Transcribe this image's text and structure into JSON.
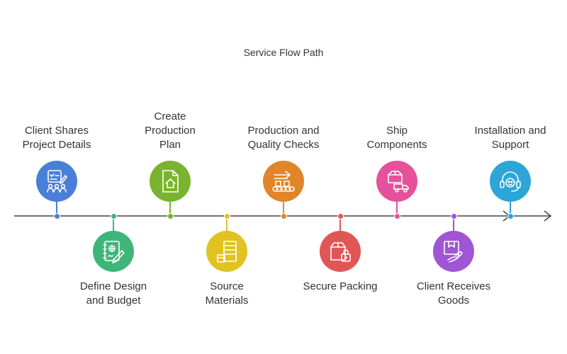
{
  "title": "Service Flow Path",
  "stages": [
    {
      "label": "Client Shares Project Details",
      "color": "#4a7fd8",
      "icon": "client-checklist-icon"
    },
    {
      "label": "Define Design and Budget",
      "color": "#3fb57a",
      "icon": "design-budget-icon"
    },
    {
      "label": "Create Production Plan",
      "color": "#7ab32f",
      "icon": "production-plan-document-icon"
    },
    {
      "label": "Source Materials",
      "color": "#e0c220",
      "icon": "materials-stack-icon"
    },
    {
      "label": "Production and Quality Checks",
      "color": "#e0852a",
      "icon": "conveyor-belt-icon"
    },
    {
      "label": "Secure Packing",
      "color": "#e05656",
      "icon": "locked-box-icon"
    },
    {
      "label": "Ship Components",
      "color": "#e5519a",
      "icon": "delivery-truck-icon"
    },
    {
      "label": "Client Receives Goods",
      "color": "#9f55d4",
      "icon": "received-package-icon"
    },
    {
      "label": "Installation and Support",
      "color": "#2ca5d9",
      "icon": "support-headset-icon"
    }
  ]
}
